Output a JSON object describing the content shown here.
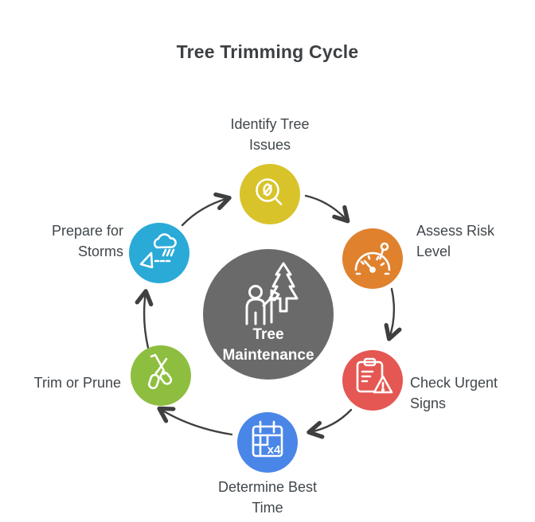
{
  "title": "Tree Trimming Cycle",
  "colors": {
    "background": "#ffffff",
    "title_text": "#3d4043",
    "label_text": "#40464b",
    "arrow": "#3f3f3f"
  },
  "center": {
    "line1": "Tree",
    "line2": "Maintenance",
    "color": "#6a6a6a",
    "icon": "worker-and-tree-icon"
  },
  "steps": [
    {
      "id": "identify-tree-issues",
      "line1": "Identify Tree",
      "line2": "Issues",
      "color": "#d8c32b",
      "icon": "magnifier-leaf-icon"
    },
    {
      "id": "assess-risk-level",
      "line1": "Assess Risk",
      "line2": "Level",
      "color": "#e0812e",
      "icon": "gauge-icon"
    },
    {
      "id": "check-urgent-signs",
      "line1": "Check Urgent",
      "line2": "Signs",
      "color": "#e45752",
      "icon": "clipboard-warning-icon"
    },
    {
      "id": "determine-best-time",
      "line1": "Determine Best",
      "line2": "Time",
      "color": "#4a86e8",
      "icon": "calendar-icon",
      "badge": "x4"
    },
    {
      "id": "trim-or-prune",
      "line1": "Trim or Prune",
      "line2": "",
      "color": "#8ebe3f",
      "icon": "pruning-shears-icon"
    },
    {
      "id": "prepare-for-storms",
      "line1": "Prepare for",
      "line2": "Storms",
      "color": "#2aaad7",
      "icon": "storm-cloud-icon"
    }
  ]
}
